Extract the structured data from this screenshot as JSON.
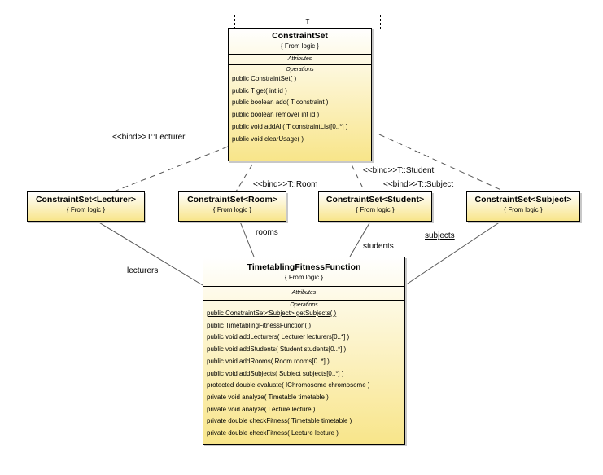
{
  "constraint_set": {
    "template_param": "T",
    "name": "ConstraintSet",
    "package": "{ From logic }",
    "attributes_title": "Attributes",
    "operations_title": "Operations",
    "operations": [
      "public ConstraintSet( )",
      "public T  get( int id )",
      "public boolean  add( T constraint )",
      "public boolean  remove( int id )",
      "public void  addAll( T constraintList[0..*] )",
      "public void  clearUsage( )"
    ]
  },
  "bound_classes": [
    {
      "name": "ConstraintSet<Lecturer>",
      "package": "{ From logic }"
    },
    {
      "name": "ConstraintSet<Room>",
      "package": "{ From logic }"
    },
    {
      "name": "ConstraintSet<Student>",
      "package": "{ From logic }"
    },
    {
      "name": "ConstraintSet<Subject>",
      "package": "{ From logic }"
    }
  ],
  "bind_labels": [
    "<<bind>>T::Lecturer",
    "<<bind>>T::Room",
    "<<bind>>T::Student",
    "<<bind>>T::Subject"
  ],
  "association_labels": [
    "lecturers",
    "rooms",
    "students",
    "subjects"
  ],
  "fitness": {
    "name": "TimetablingFitnessFunction",
    "package": "{ From logic }",
    "attributes_title": "Attributes",
    "operations_title": "Operations",
    "operations": [
      "public ConstraintSet<Subject>  getSubjects( )",
      "public TimetablingFitnessFunction( )",
      "public void  addLecturers( Lecturer lecturers[0..*] )",
      "public void  addStudents( Student students[0..*] )",
      "public void  addRooms( Room rooms[0..*] )",
      "public void  addSubjects( Subject subjects[0..*] )",
      "protected double  evaluate( IChromosome chromosome )",
      "private void  analyze( Timetable timetable )",
      "private void  analyze( Lecture lecture )",
      "private double  checkFitness( Timetable timetable )",
      "private double  checkFitness( Lecture lecture )"
    ]
  }
}
